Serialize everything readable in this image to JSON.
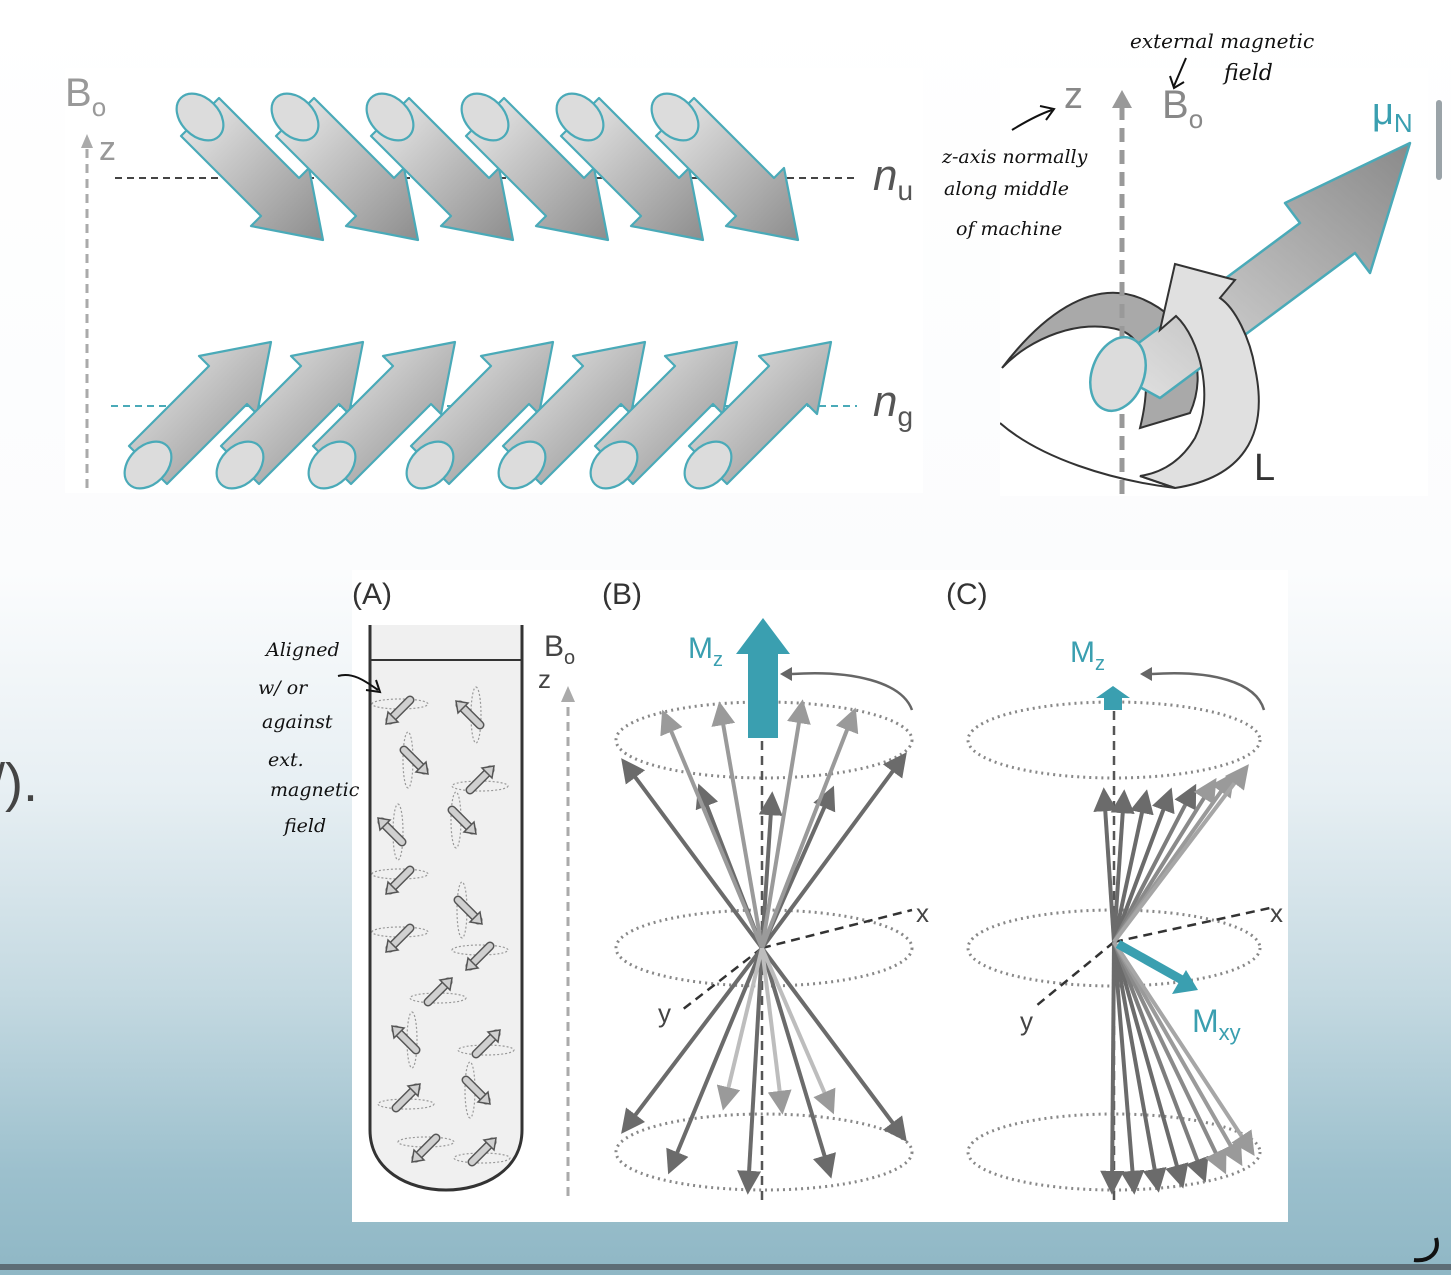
{
  "slide": {
    "text_fragment": "/).",
    "accent": "#3a9fb0",
    "arrow_fill": "#c4c4c4",
    "arrow_outline": "#4aaab8"
  },
  "top_left": {
    "field_label": "B",
    "field_sub": "o",
    "axis_label": "z",
    "upper_level_symbol": "n",
    "upper_level_sub": "u",
    "lower_level_symbol": "n",
    "lower_level_sub": "g"
  },
  "top_right": {
    "axis_label": "z",
    "field_label": "B",
    "field_sub": "o",
    "moment_label": "μ",
    "moment_sub": "N",
    "angular_label": "L",
    "annotation_field": [
      "external magnetic",
      "field"
    ],
    "annotation_axis": [
      "z-axis normally",
      "along middle",
      "of machine"
    ]
  },
  "bottom": {
    "panel_a_label": "(A)",
    "panel_b_label": "(B)",
    "panel_c_label": "(C)",
    "field_label": "B",
    "field_sub": "o",
    "axis_label": "z",
    "mz_label": "M",
    "mz_sub": "z",
    "mxy_label": "M",
    "mxy_sub": "xy",
    "x_label": "x",
    "y_label": "y",
    "annotation_aligned": [
      "Aligned",
      "w/ or",
      "against",
      "ext.",
      "magnetic",
      "field"
    ]
  }
}
